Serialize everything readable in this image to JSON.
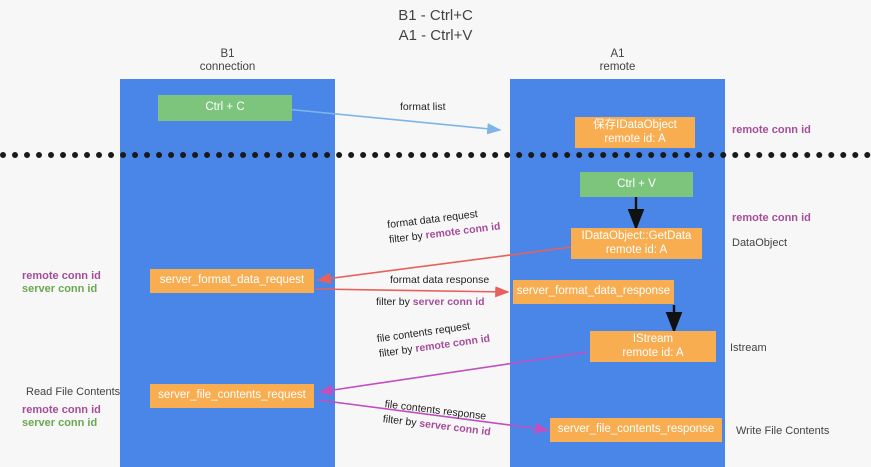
{
  "title": {
    "line1": "B1 - Ctrl+C",
    "line2": "A1 - Ctrl+V"
  },
  "lanes": [
    {
      "name": "B1",
      "role": "connection"
    },
    {
      "name": "A1",
      "role": "remote"
    }
  ],
  "nodes": [
    {
      "id": "ctrl-c",
      "label": "Ctrl + C",
      "sub": "",
      "color": "#7dc47d"
    },
    {
      "id": "idataobject",
      "label": "保存IDataObject",
      "sub": "remote id: A",
      "color": "#f8ad51"
    },
    {
      "id": "ctrl-v",
      "label": "Ctrl + V",
      "sub": "",
      "color": "#7dc47d"
    },
    {
      "id": "idataobject-getdata",
      "label": "IDataObject::GetData",
      "sub": "remote id: A",
      "color": "#f8ad51"
    },
    {
      "id": "server-format-data-request",
      "label": "server_format_data_request",
      "sub": "",
      "color": "#f8ad51"
    },
    {
      "id": "server-format-data-response",
      "label": "server_format_data_response",
      "sub": "",
      "color": "#f8ad51"
    },
    {
      "id": "istream",
      "label": "IStream",
      "sub": "remote id: A",
      "color": "#f8ad51"
    },
    {
      "id": "server-file-contents-request",
      "label": "server_file_contents_request",
      "sub": "",
      "color": "#f8ad51"
    },
    {
      "id": "server-file-contents-response",
      "label": "server_file_contents_response",
      "sub": "",
      "color": "#f8ad51"
    }
  ],
  "edge_labels": {
    "format_list": "format list",
    "format_data_request": "format data request",
    "format_data_response": "format data response",
    "file_contents_request": "file contents request",
    "file_contents_response": "file contents response",
    "filter_by": "filter by ",
    "remote_conn_id": "remote conn id",
    "server_conn_id": "server conn id"
  },
  "annotations": {
    "right_remote_conn_id_top": "remote conn id",
    "right_remote_conn_id_mid": "remote conn id",
    "right_dataobject": "DataObject",
    "right_istream": "Istream",
    "right_write_file_contents": "Write File Contents",
    "left_remote_conn_id": "remote conn id",
    "left_server_conn_id": "server conn id",
    "left_read_file_contents": "Read File Contents",
    "left_remote_conn_id_2": "remote conn id",
    "left_server_conn_id_2": "server conn id"
  },
  "colors": {
    "lane": "#4a86e8",
    "node_green": "#7dc47d",
    "node_orange": "#f8ad51",
    "purple": "#a64d9a",
    "green_text": "#6aa84f",
    "arrow_blue": "#7fb4e8",
    "arrow_red": "#e8605a",
    "arrow_magenta": "#c04fc0",
    "arrow_black": "#111111",
    "background": "#f7f7f7"
  }
}
